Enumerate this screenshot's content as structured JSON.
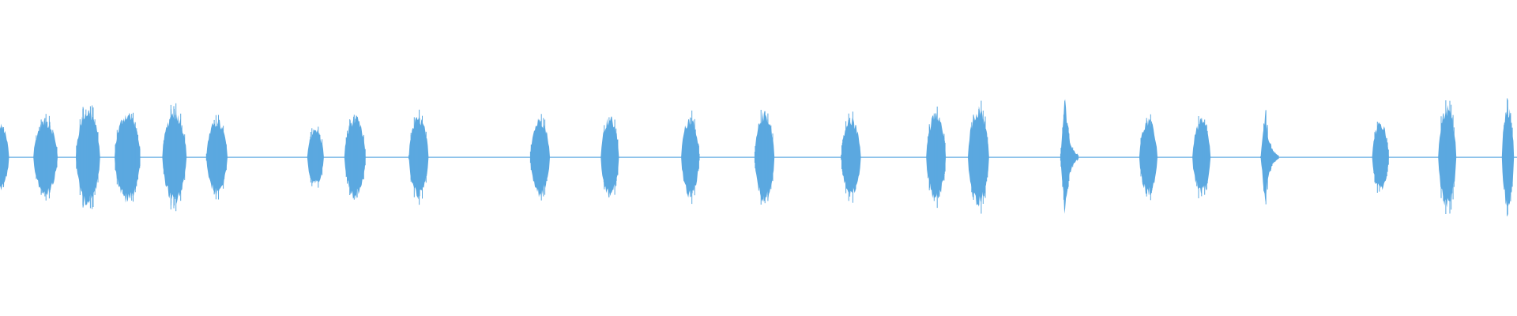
{
  "waveform": {
    "color": "#5ba8e0",
    "background": "#ffffff",
    "description_free": true,
    "bursts": [
      {
        "t": 0.0,
        "w": 0.012,
        "a": 0.22,
        "shape": "body"
      },
      {
        "t": 0.03,
        "w": 0.016,
        "a": 0.25,
        "shape": "body"
      },
      {
        "t": 0.058,
        "w": 0.016,
        "a": 0.32,
        "shape": "body"
      },
      {
        "t": 0.084,
        "w": 0.017,
        "a": 0.3,
        "shape": "body"
      },
      {
        "t": 0.115,
        "w": 0.016,
        "a": 0.31,
        "shape": "body"
      },
      {
        "t": 0.143,
        "w": 0.014,
        "a": 0.25,
        "shape": "body"
      },
      {
        "t": 0.208,
        "w": 0.011,
        "a": 0.19,
        "shape": "body"
      },
      {
        "t": 0.234,
        "w": 0.014,
        "a": 0.27,
        "shape": "body"
      },
      {
        "t": 0.276,
        "w": 0.013,
        "a": 0.27,
        "shape": "body"
      },
      {
        "t": 0.356,
        "w": 0.013,
        "a": 0.26,
        "shape": "body"
      },
      {
        "t": 0.402,
        "w": 0.012,
        "a": 0.27,
        "shape": "body"
      },
      {
        "t": 0.455,
        "w": 0.012,
        "a": 0.27,
        "shape": "body"
      },
      {
        "t": 0.504,
        "w": 0.013,
        "a": 0.3,
        "shape": "body"
      },
      {
        "t": 0.561,
        "w": 0.013,
        "a": 0.26,
        "shape": "body"
      },
      {
        "t": 0.617,
        "w": 0.013,
        "a": 0.29,
        "shape": "body"
      },
      {
        "t": 0.645,
        "w": 0.014,
        "a": 0.33,
        "shape": "body"
      },
      {
        "t": 0.705,
        "w": 0.012,
        "a": 0.42,
        "shape": "attack"
      },
      {
        "t": 0.757,
        "w": 0.012,
        "a": 0.25,
        "shape": "body"
      },
      {
        "t": 0.792,
        "w": 0.012,
        "a": 0.25,
        "shape": "body"
      },
      {
        "t": 0.837,
        "w": 0.012,
        "a": 0.32,
        "shape": "attack"
      },
      {
        "t": 0.91,
        "w": 0.011,
        "a": 0.23,
        "shape": "body"
      },
      {
        "t": 0.954,
        "w": 0.012,
        "a": 0.34,
        "shape": "body"
      },
      {
        "t": 0.994,
        "w": 0.008,
        "a": 0.33,
        "shape": "body"
      }
    ],
    "quiet_segments": [
      {
        "from": 0.24,
        "to": 0.245
      },
      {
        "from": 0.31,
        "to": 0.335
      },
      {
        "from": 0.878,
        "to": 0.898
      }
    ]
  }
}
